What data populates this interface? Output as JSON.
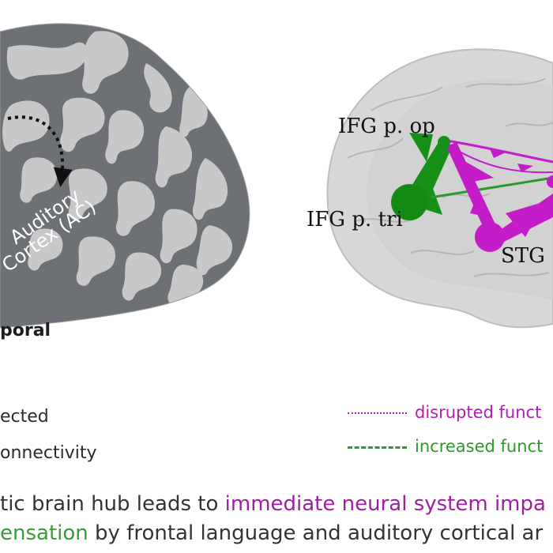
{
  "colors": {
    "disrupted": "#b21db3",
    "increased": "#2a9a2a",
    "node_green": "#138a13",
    "node_magenta": "#c41cc8",
    "cortex_dark": "#666a6e",
    "cortex_light": "#c9c9c9"
  },
  "left_panel": {
    "region_label_line1": "Auditory",
    "region_label_line2": "Cortex (AC)",
    "lobe_label": "poral"
  },
  "right_panel": {
    "nodes": [
      {
        "label": "IFG p. op"
      },
      {
        "label": "IFG p. tri"
      },
      {
        "label": "STG"
      }
    ]
  },
  "legend": {
    "left_item1": "ected",
    "left_item2": "onnectivity",
    "disrupted_text": "disrupted funct",
    "increased_text": "increased funct"
  },
  "caption": {
    "line1_part1": "tic brain hub leads to ",
    "line1_part2": "immediate neural system impa",
    "line2_part1": "ensation",
    "line2_part2": " by frontal language and auditory cortical ar"
  }
}
